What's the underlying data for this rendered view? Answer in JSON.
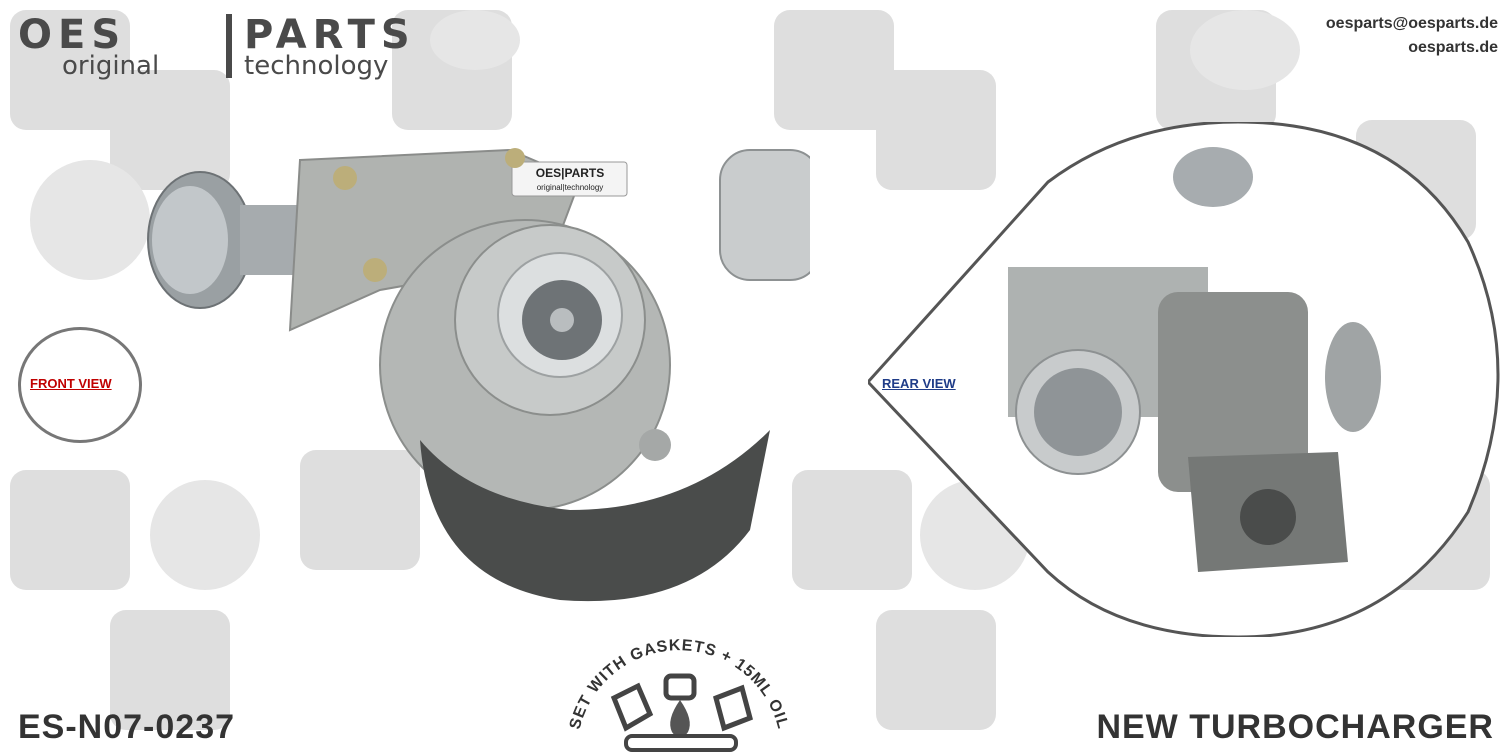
{
  "logo": {
    "brand_left": "OES",
    "brand_right": "PARTS",
    "tagline_left": "original",
    "tagline_right": "technology"
  },
  "contact": {
    "email": "oesparts@oesparts.de",
    "website": "oesparts.de"
  },
  "product_image_label": "OES PARTS original technology",
  "views": {
    "front": "FRONT VIEW",
    "rear": "REAR VIEW"
  },
  "badge": {
    "text": "SET WITH GASKETS + 15ML OIL"
  },
  "footer": {
    "part_number": "ES-N07-0237",
    "title": "NEW TURBOCHARGER"
  },
  "colors": {
    "front_label": "#c00000",
    "rear_label": "#1f3c88",
    "text_dark": "#333333",
    "bubble_border": "#777777"
  }
}
